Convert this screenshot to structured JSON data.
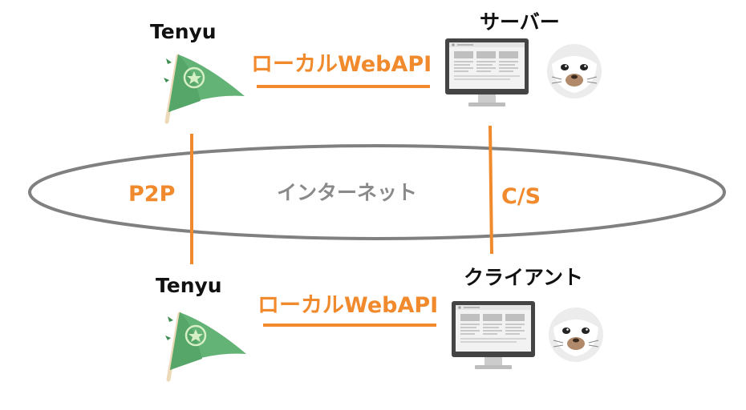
{
  "colors": {
    "accent_orange": "#f08a2c",
    "ellipse_gray": "#808080",
    "flag_green": "#63b377",
    "monitor_gray": "#d9d9d9"
  },
  "top": {
    "left_title": "Tenyu",
    "right_title": "サーバー",
    "api_label": "ローカルWebAPI",
    "left_icon": "tenyu-flag-icon",
    "monitor_icon": "monitor-icon",
    "mascot_icon": "seal-mascot-icon"
  },
  "bottom": {
    "left_title": "Tenyu",
    "right_title": "クライアント",
    "api_label": "ローカルWebAPI",
    "left_icon": "tenyu-flag-icon",
    "monitor_icon": "monitor-icon",
    "mascot_icon": "seal-mascot-icon"
  },
  "network": {
    "internet_label": "インターネット",
    "left_protocol": "P2P",
    "right_protocol": "C/S"
  }
}
